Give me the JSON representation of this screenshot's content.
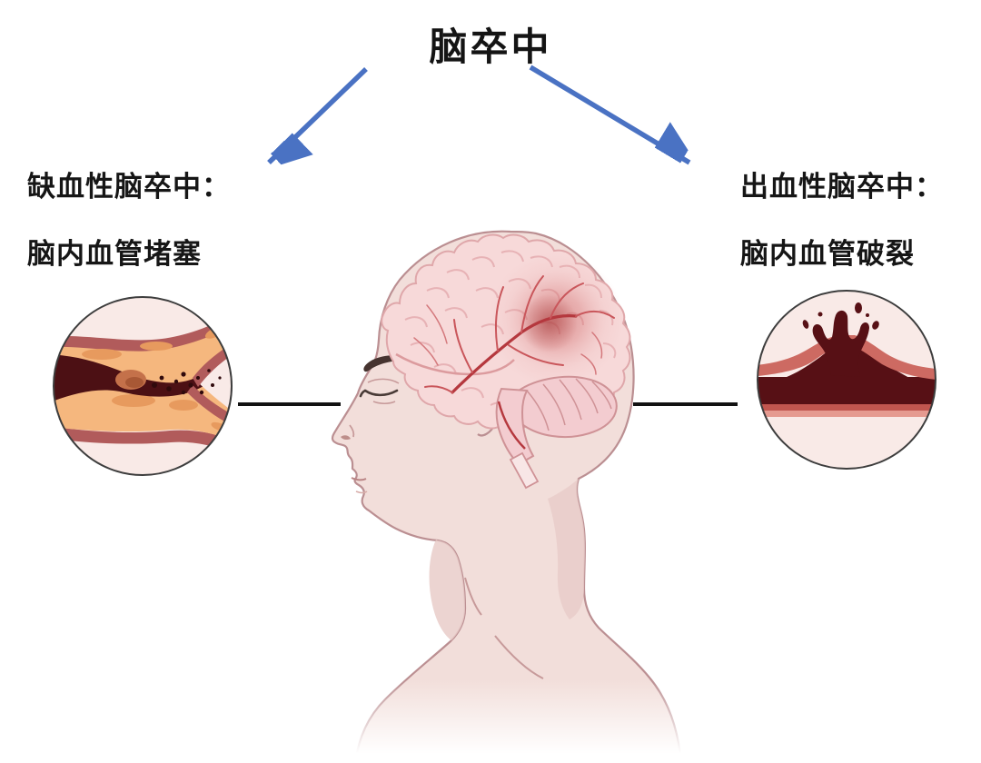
{
  "title": "脑卒中",
  "branches": {
    "left": {
      "line1": "缺血性脑卒中：",
      "line2": "脑内血管堵塞"
    },
    "right": {
      "line1": "出血性脑卒中：",
      "line2": "脑内血管破裂"
    }
  },
  "illustrations": {
    "center": "head-profile-with-brain-and-stroke-spot",
    "left_circle": "blocked-artery-cross-section",
    "right_circle": "ruptured-artery-with-bleeding"
  },
  "colors": {
    "arrow_blue": "#4a72c3",
    "connector_black": "#121212",
    "text_black": "#141414",
    "skin_pink": "#f2deda",
    "skin_shade": "#e9cdc9",
    "outline_mauve": "#bb8f92",
    "brain_pink": "#f7d9d9",
    "gyri_pink": "#e7b2b5",
    "artery_red": "#b5383e",
    "stroke_spot_red": "#c05050",
    "vessel_wall_red": "#b15b5b",
    "plaque_orange": "#f5b77e",
    "clot_brown": "#c4714a",
    "blood_dark_red": "#4c1014",
    "hemorrhage_dark_red": "#571015",
    "wall_salmon": "#cd6a62",
    "circle_bg_pink": "#f9eae7",
    "circle_border": "#3d3d3d"
  }
}
